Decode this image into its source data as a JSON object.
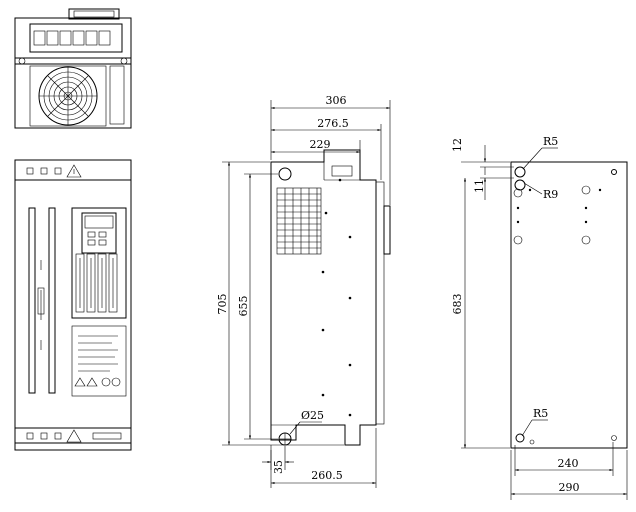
{
  "drawing": {
    "colors": {
      "line": "#000000",
      "background": "#ffffff",
      "label_bg": "#ffffff"
    },
    "side_view": {
      "dims": {
        "overall_depth": "306",
        "depth_2": "276.5",
        "depth_3": "229",
        "overall_height": "705",
        "mount_height": "655",
        "hole_dia": "Ø25",
        "hole_offset": "35",
        "base_depth": "260.5"
      }
    },
    "back_view": {
      "dims": {
        "top_offset": "12",
        "hole_spacing": "11",
        "radius_top": "R5",
        "radius_hole": "R9",
        "mount_height": "683",
        "radius_bottom": "R5",
        "hole_width": "240",
        "overall_width": "290"
      }
    }
  }
}
